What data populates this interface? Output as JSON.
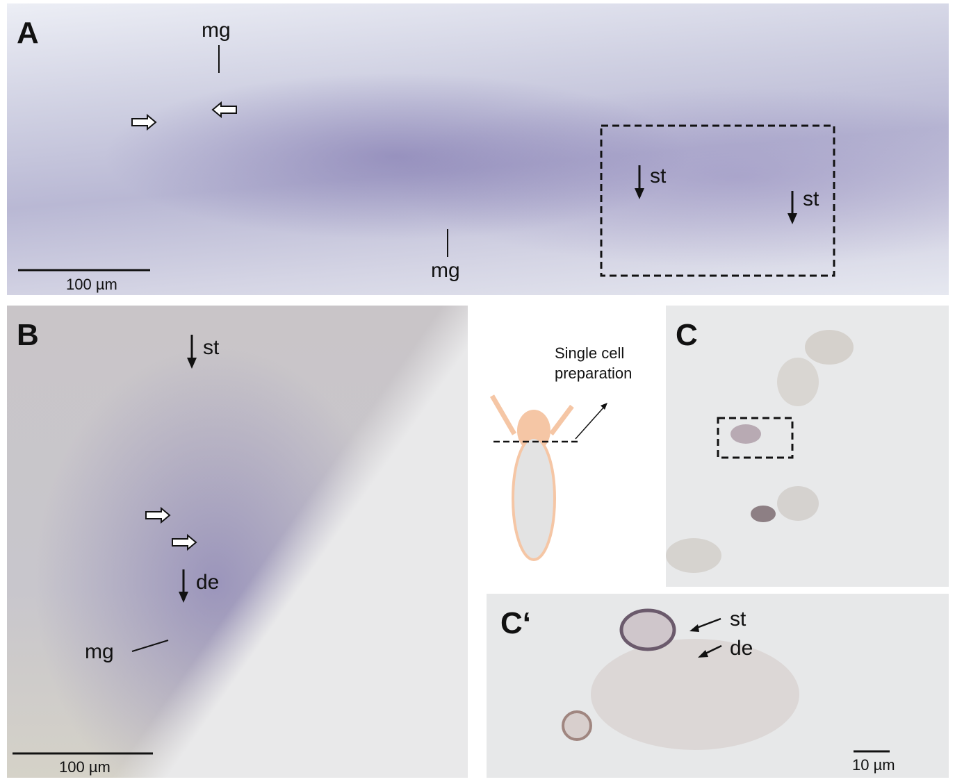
{
  "panelA": {
    "label": "A",
    "mg_top": "mg",
    "mg_bottom": "mg",
    "st1": "st",
    "st2": "st",
    "scale": "100 µm"
  },
  "panelB": {
    "label": "B",
    "st": "st",
    "de": "de",
    "mg": "mg",
    "scale": "100 µm"
  },
  "diagram": {
    "caption_line1": "Single cell",
    "caption_line2": "preparation",
    "body_color": "#f5c6a5",
    "fill_color": "#e3e3e3"
  },
  "panelC": {
    "label": "C"
  },
  "panelC2": {
    "label": "C‘",
    "st": "st",
    "de": "de",
    "scale": "10 µm"
  }
}
